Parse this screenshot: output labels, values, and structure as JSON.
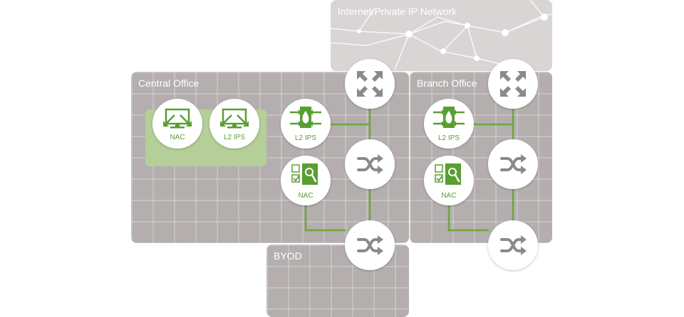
{
  "zones": {
    "internet": "Internet/Private IP Network",
    "central_office": "Central Office",
    "branch_office": "Branch Office",
    "byod": "BYOD"
  },
  "nodes": {
    "central_nac_monitor": "NAC",
    "central_l2ips_monitor": "L2 IPS",
    "central_l2ips_inline": "L2 IPS",
    "central_nac_inline": "NAC",
    "branch_l2ips_inline": "L2 IPS",
    "branch_nac_inline": "NAC"
  },
  "icons": {
    "router": "router-arrows-icon",
    "switch": "switch-cross-arrows-icon",
    "monitor": "monitor-icon",
    "firewall": "firewall-flame-icon",
    "nac": "nac-checklist-magnifier-icon"
  },
  "colors": {
    "accent_green": "#5a9e32",
    "link_green": "#6fa63a",
    "zone_gray": "#b4afae",
    "cloud_gray": "#d8d5d4",
    "device_gray": "#8a8a8a"
  }
}
